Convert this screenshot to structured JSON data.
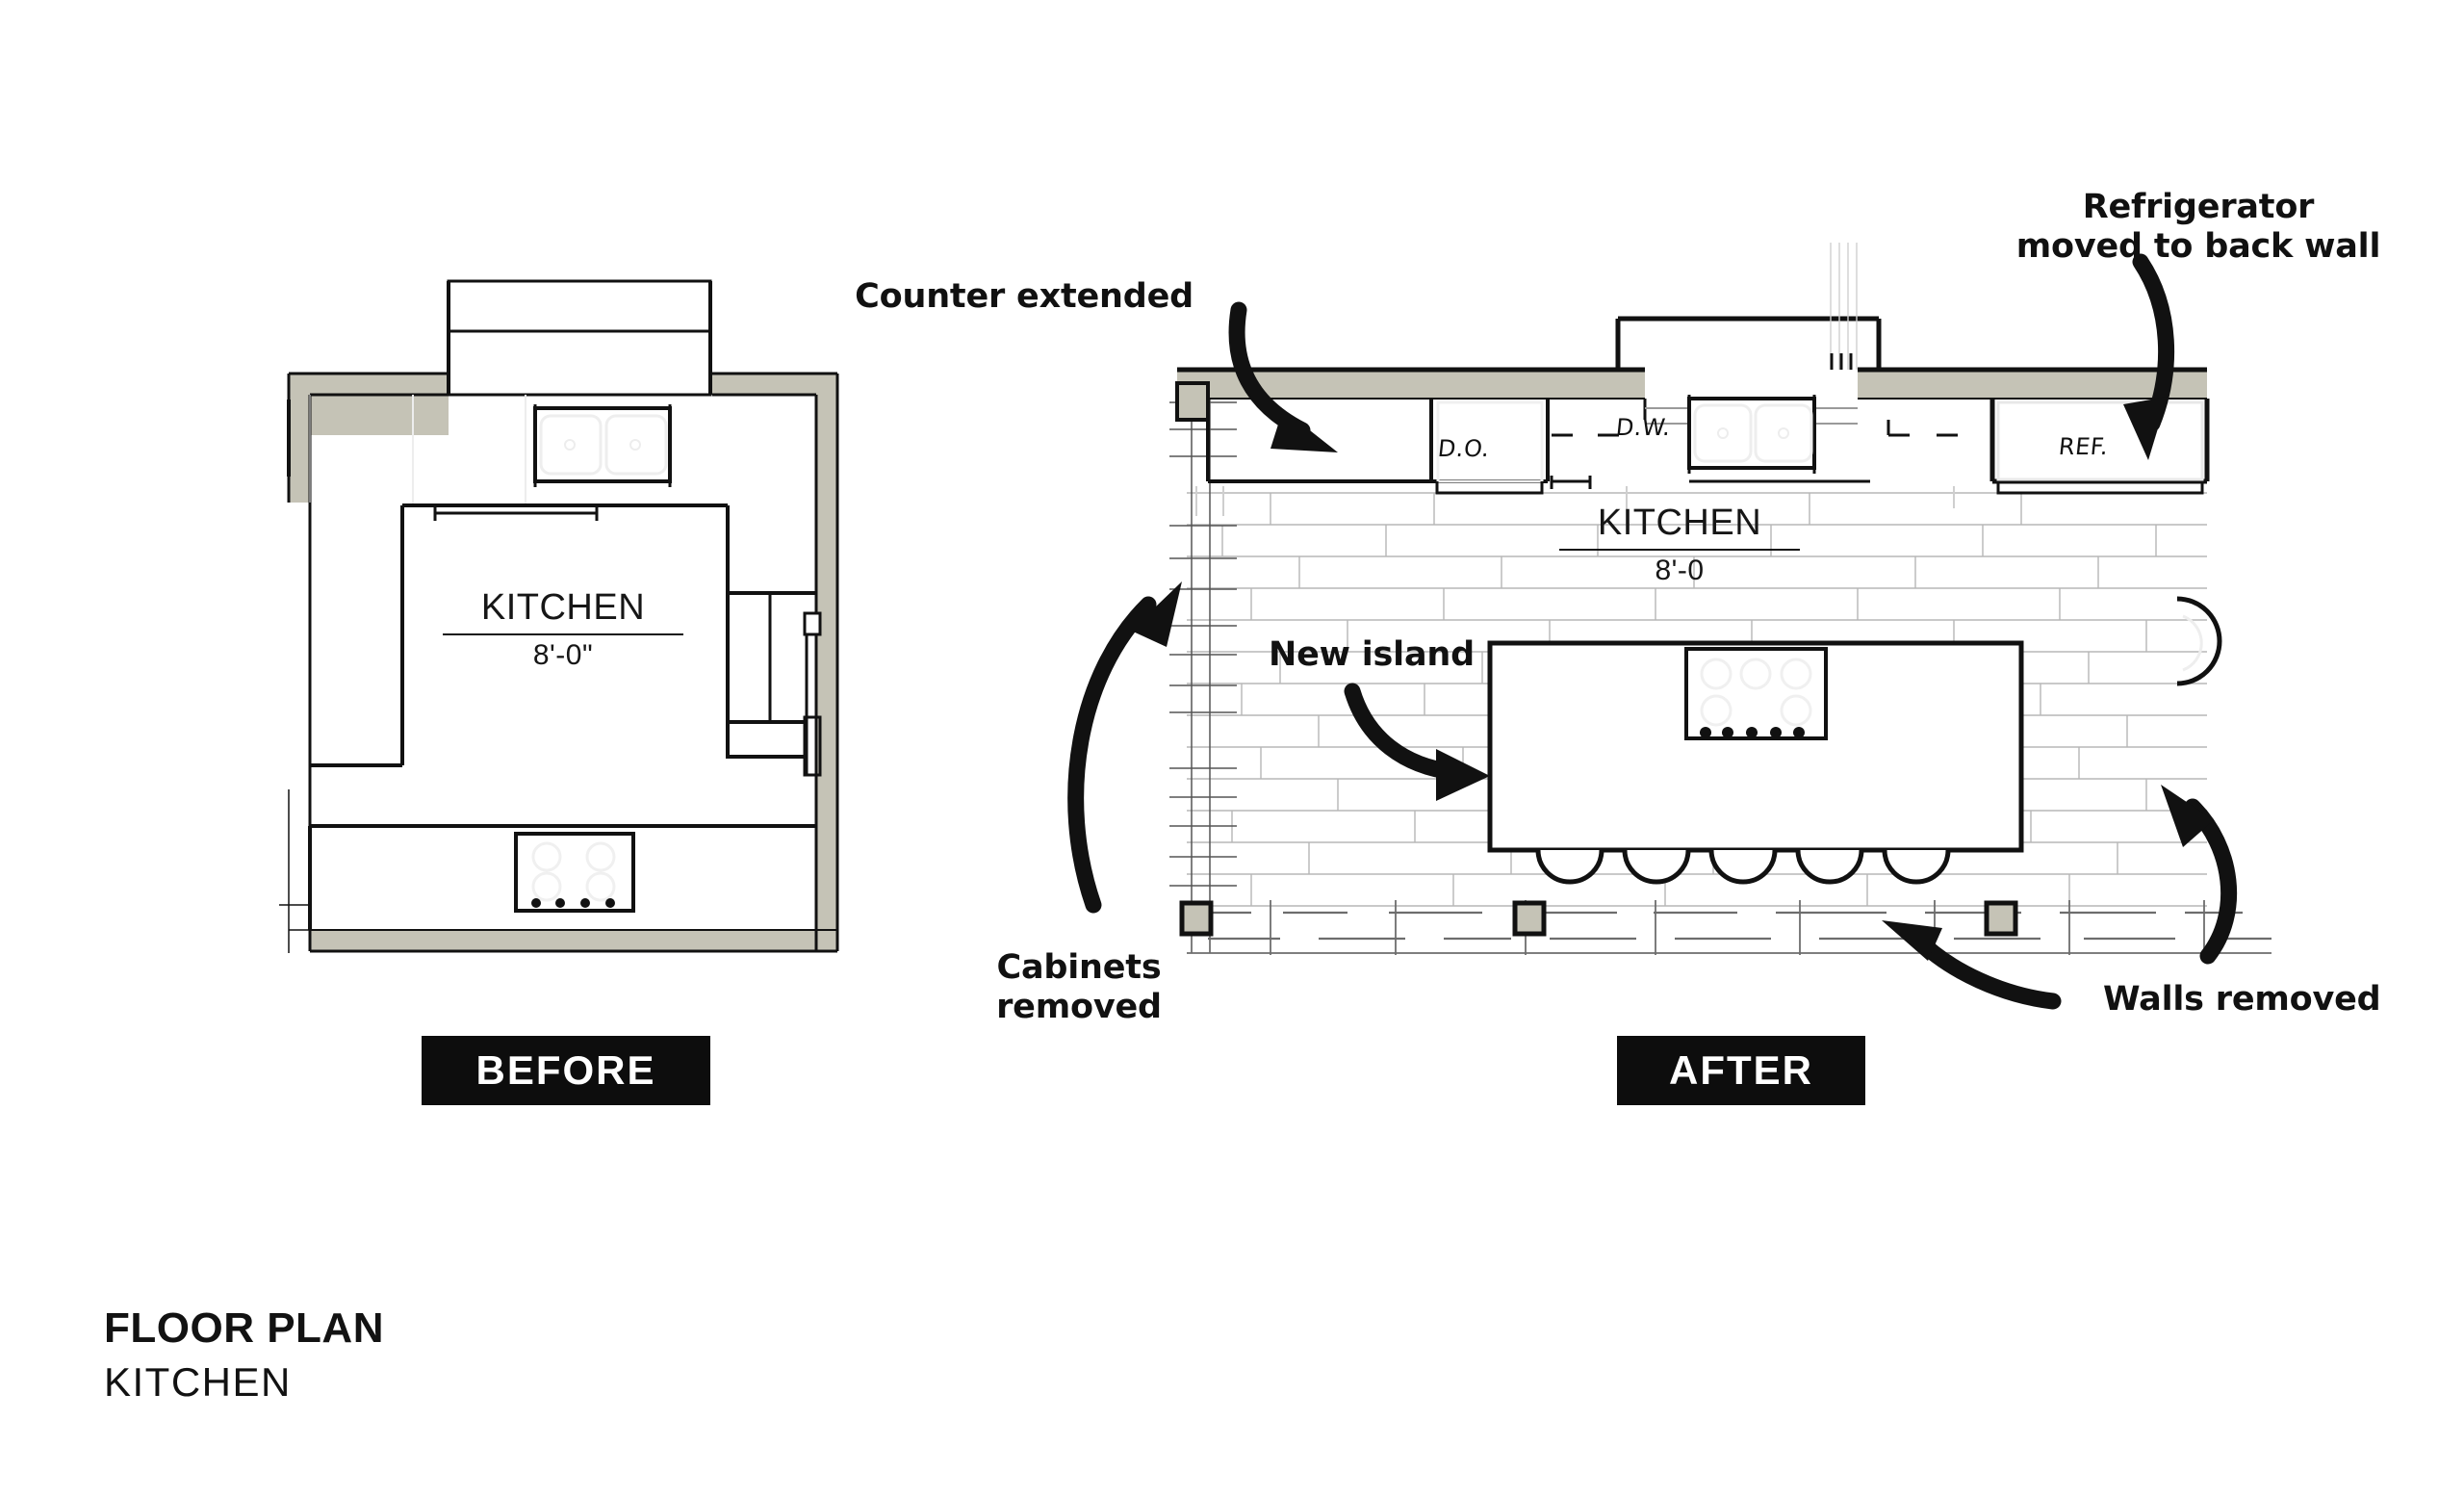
{
  "sheet": {
    "title_main": "FLOOR PLAN",
    "title_sub": "KITCHEN"
  },
  "before": {
    "tag": "BEFORE",
    "room": {
      "name": "KITCHEN",
      "dimension": "8'-0\""
    },
    "fixtures": [
      {
        "name": "double-sink",
        "label": ""
      },
      {
        "name": "cooktop-four-burner",
        "label": ""
      }
    ]
  },
  "after": {
    "tag": "AFTER",
    "room": {
      "name": "KITCHEN",
      "dimension": "8'-0"
    },
    "appliance_tags": [
      {
        "key": "double-oven",
        "label": "D.O."
      },
      {
        "key": "dishwasher",
        "label": "D.W."
      },
      {
        "key": "refrigerator",
        "label": "REF."
      }
    ],
    "callouts": [
      {
        "key": "counter-extended",
        "label": "Counter extended"
      },
      {
        "key": "refrigerator-moved",
        "label": "Refrigerator\nmoved to back wall"
      },
      {
        "key": "new-island",
        "label": "New island"
      },
      {
        "key": "cabinets-removed",
        "label": "Cabinets\nremoved"
      },
      {
        "key": "walls-removed",
        "label": "Walls removed"
      }
    ]
  },
  "colors": {
    "wall_fill": "#c5c3b6",
    "line": "#111111",
    "hairline": "#9a9a9a",
    "tag_background": "#0d0d0d",
    "tag_text": "#ffffff",
    "page_background": "#ffffff"
  }
}
